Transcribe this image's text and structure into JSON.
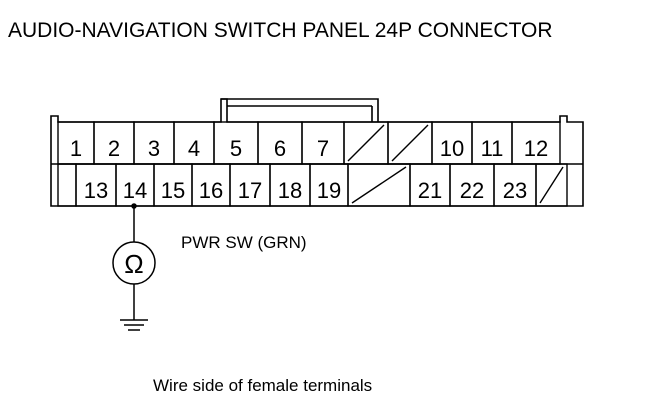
{
  "title": "AUDIO-NAVIGATION SWITCH PANEL 24P CONNECTOR",
  "connector": {
    "top_row": [
      "1",
      "2",
      "3",
      "4",
      "5",
      "6",
      "7",
      "",
      "",
      "10",
      "11",
      "12"
    ],
    "bottom_row": [
      "",
      "13",
      "14",
      "15",
      "16",
      "17",
      "18",
      "19",
      "",
      "21",
      "22",
      "23",
      ""
    ]
  },
  "meter": {
    "symbol": "Ω"
  },
  "wire_label": "PWR SW (GRN)",
  "caption": "Wire side of female terminals"
}
